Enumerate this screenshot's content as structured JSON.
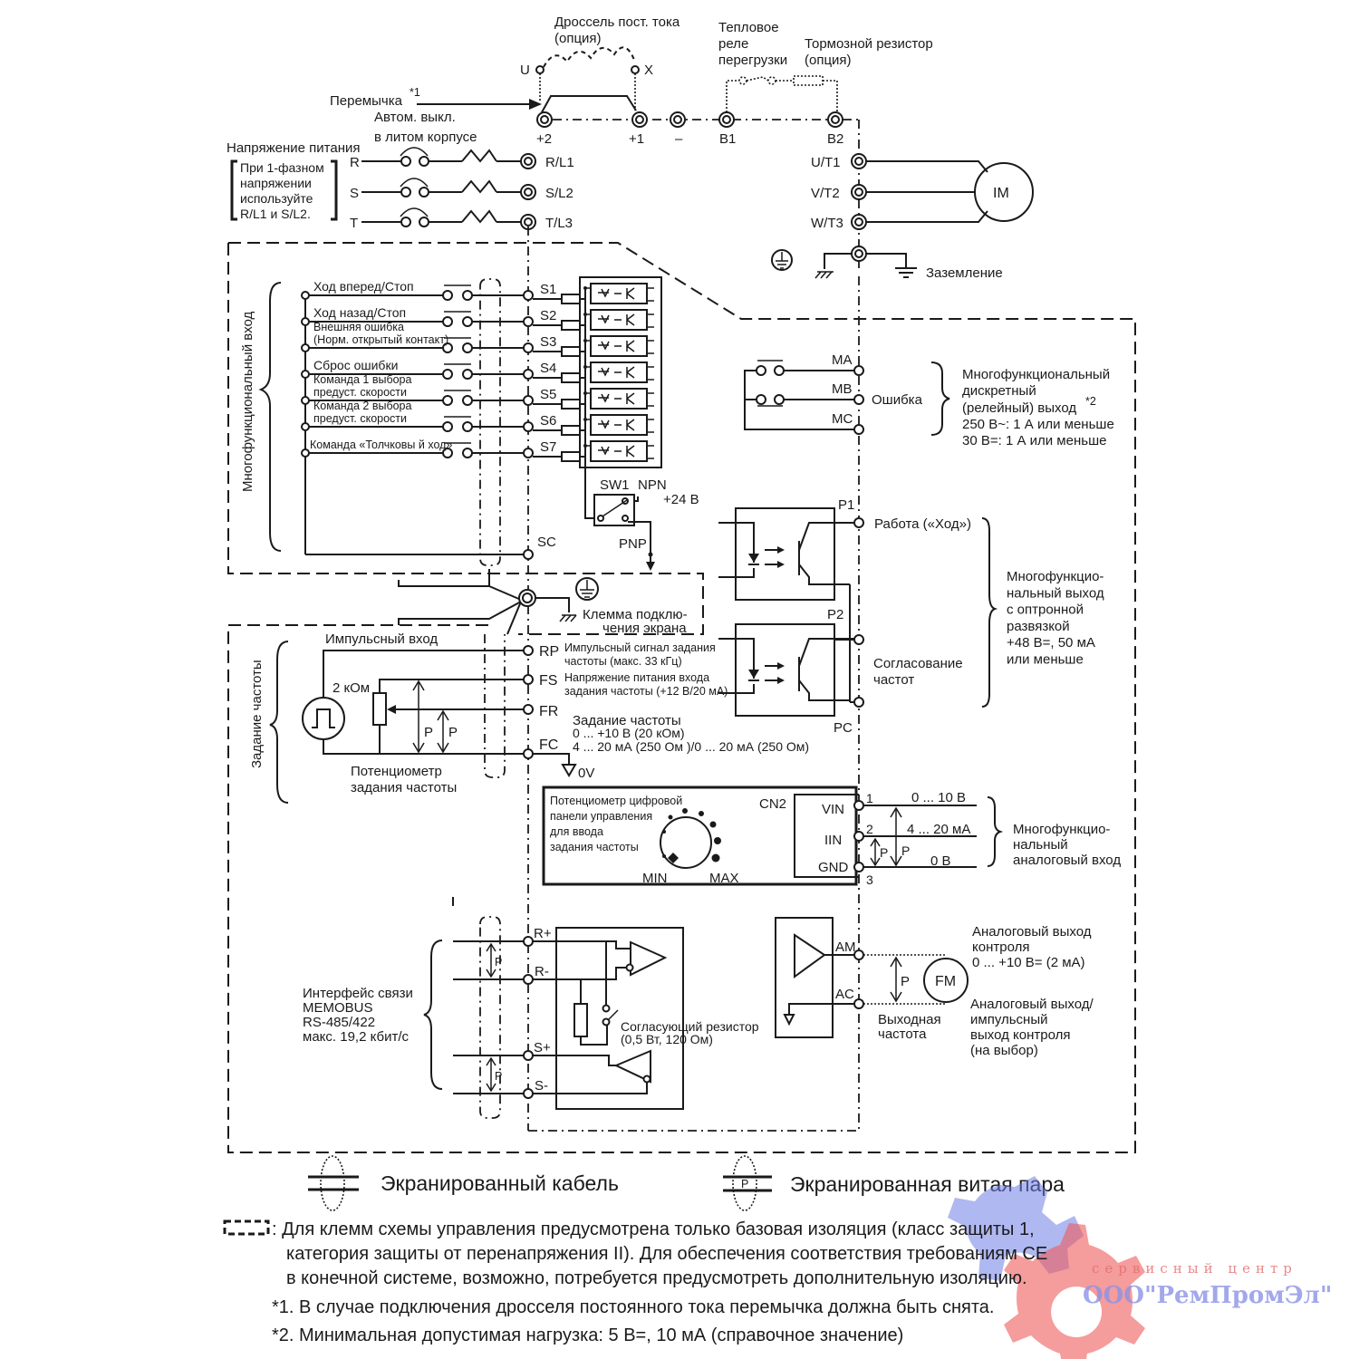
{
  "power": {
    "choke_title": "Дроссель пост. тока",
    "choke_option": "(опция)",
    "choke_u": "U",
    "choke_x": "X",
    "thermal_relay_1": "Тепловое",
    "thermal_relay_2": "реле",
    "thermal_relay_3": "перегрузки",
    "brake_resistor": "Тормозной резистор",
    "brake_option": "(опция)",
    "jumper": "Перемычка",
    "jumper_note": "*1",
    "breaker_1": "Автом. выкл.",
    "breaker_2": "в литом корпусе",
    "supply_title": "Напряжение питания",
    "single_phase_note": [
      "При 1-фазном",
      "напряжении",
      "используйте",
      "R/L1 и S/L2."
    ],
    "phases": [
      "R",
      "S",
      "T"
    ],
    "input_terminals": [
      "R/L1",
      "S/L2",
      "T/L3"
    ],
    "dc_terminals": [
      "+2",
      "+1",
      "–",
      "B1",
      "B2"
    ],
    "output_terminals": [
      "U/T1",
      "V/T2",
      "W/T3"
    ],
    "motor": "IM",
    "ground_label": "Заземление"
  },
  "digital_inputs": {
    "group_label": "Многофункциональный вход",
    "items": [
      {
        "label": "Ход вперед/Стоп",
        "terminal": "S1"
      },
      {
        "label": "Ход назад/Стоп",
        "terminal": "S2"
      },
      {
        "label": "Внешняя ошибка",
        "label2": "(Норм. открытый контакт)",
        "terminal": "S3"
      },
      {
        "label": "Сброс ошибки",
        "terminal": "S4"
      },
      {
        "label": "Команда 1 выбора",
        "label2": "предуст. скорости",
        "terminal": "S5"
      },
      {
        "label": "Команда 2 выбора",
        "label2": "предуст. скорости",
        "terminal": "S6"
      },
      {
        "label": "Команда «Толчковы й ход»",
        "terminal": "S7"
      }
    ],
    "sc": "SC",
    "sw1": "SW1",
    "npn": "NPN",
    "pnp": "PNP",
    "v24": "+24 В"
  },
  "shield": {
    "label_1": "Клемма подклю-",
    "label_2": "чения экрана"
  },
  "relay_output": {
    "terminals": [
      "MA",
      "MB",
      "MC"
    ],
    "fault": "Ошибка",
    "desc": [
      "Многофункциональный",
      "дискретный",
      "(релейный) выход",
      "250 В~: 1 А или меньше",
      "30 В=: 1 А или меньше"
    ],
    "note": "*2"
  },
  "photo_output": {
    "p1": "P1",
    "p2": "P2",
    "pc": "PC",
    "run": "Работа («Ход»)",
    "agree_1": "Согласование",
    "agree_2": "частот",
    "desc": [
      "Многофункцио-",
      "нальный выход",
      "с оптронной",
      "развязкой",
      "+48 В=, 50 мА",
      "или меньше"
    ]
  },
  "freq_ref": {
    "group_label": "Задание частоты",
    "pulse_input": "Импульсный вход",
    "pot_value": "2 кОм",
    "pot_caption_1": "Потенциометр",
    "pot_caption_2": "задания частоты",
    "p": "P",
    "terminals": [
      "RP",
      "FS",
      "FR",
      "FC"
    ],
    "rp_desc": [
      "Импульсный сигнал задания",
      "частоты (макс. 33 кГц)"
    ],
    "fs_desc": [
      "Напряжение питания входа",
      "задания частоты (+12 В/20 мА)"
    ],
    "fr_desc": [
      "Задание частоты",
      "0 ... +10 В (20 кОм)",
      "4 ... 20 мА (250 Ом )/0 ... 20 мА (250 Ом)"
    ],
    "zero_v": "0V"
  },
  "panel_pot": {
    "desc": [
      "Потенциометр цифровой",
      "панели управления",
      "для ввода",
      "задания частоты"
    ],
    "min": "MIN",
    "max": "MAX",
    "cn2": "CN2",
    "pins": [
      "VIN",
      "IIN",
      "GND"
    ],
    "pin_numbers": [
      "1",
      "2",
      "3"
    ],
    "ranges": [
      "0 ... 10 В",
      "4 ... 20 мА",
      "0 В"
    ],
    "analog_in": [
      "Многофункцио-",
      "нальный",
      "аналоговый вход"
    ]
  },
  "comm": {
    "desc": [
      "Интерфейс связи",
      "MEMOBUS",
      "RS-485/422",
      "макс. 19,2 кбит/с"
    ],
    "terminals": [
      "R+",
      "R-",
      "S+",
      "S-"
    ],
    "term_resistor_1": "Согласующий резистор",
    "term_resistor_2": "(0,5 Вт, 120 Ом)"
  },
  "analog_out": {
    "terminals": [
      "AM",
      "AC"
    ],
    "meter": "FM",
    "out_freq_1": "Выходная",
    "out_freq_2": "частота",
    "monitor": [
      "Аналоговый выход",
      "контроля",
      "0 ... +10 В= (2 мА)"
    ],
    "selectable": [
      "Аналоговый выход/",
      "импульсный",
      "выход контроля",
      "(на выбор)"
    ]
  },
  "legend": {
    "shielded_cable": "Экранированный кабель",
    "twisted_pair": "Экранированная витая пара"
  },
  "notes": {
    "insulation": [
      ": Для клемм схемы управления предусмотрена только базовая изоляция (класс защиты 1,",
      "категория защиты от перенапряжения II). Для обеспечения соответствия требованиям CE",
      "в конечной системе, возможно, потребуется предусмотреть дополнительную изоляцию."
    ],
    "note1": "*1. В случае подключения дросселя постоянного тока перемычка должна быть снята.",
    "note2": "*2. Минимальная допустимая нагрузка: 5 В=, 10 мА (справочное значение)"
  },
  "watermark": {
    "line1": "сервисный центр",
    "line2": "ООО\"РемПромЭл\"",
    "colors": {
      "gear_blue": "#6e7de6",
      "gear_red": "#ee5a5a"
    }
  }
}
